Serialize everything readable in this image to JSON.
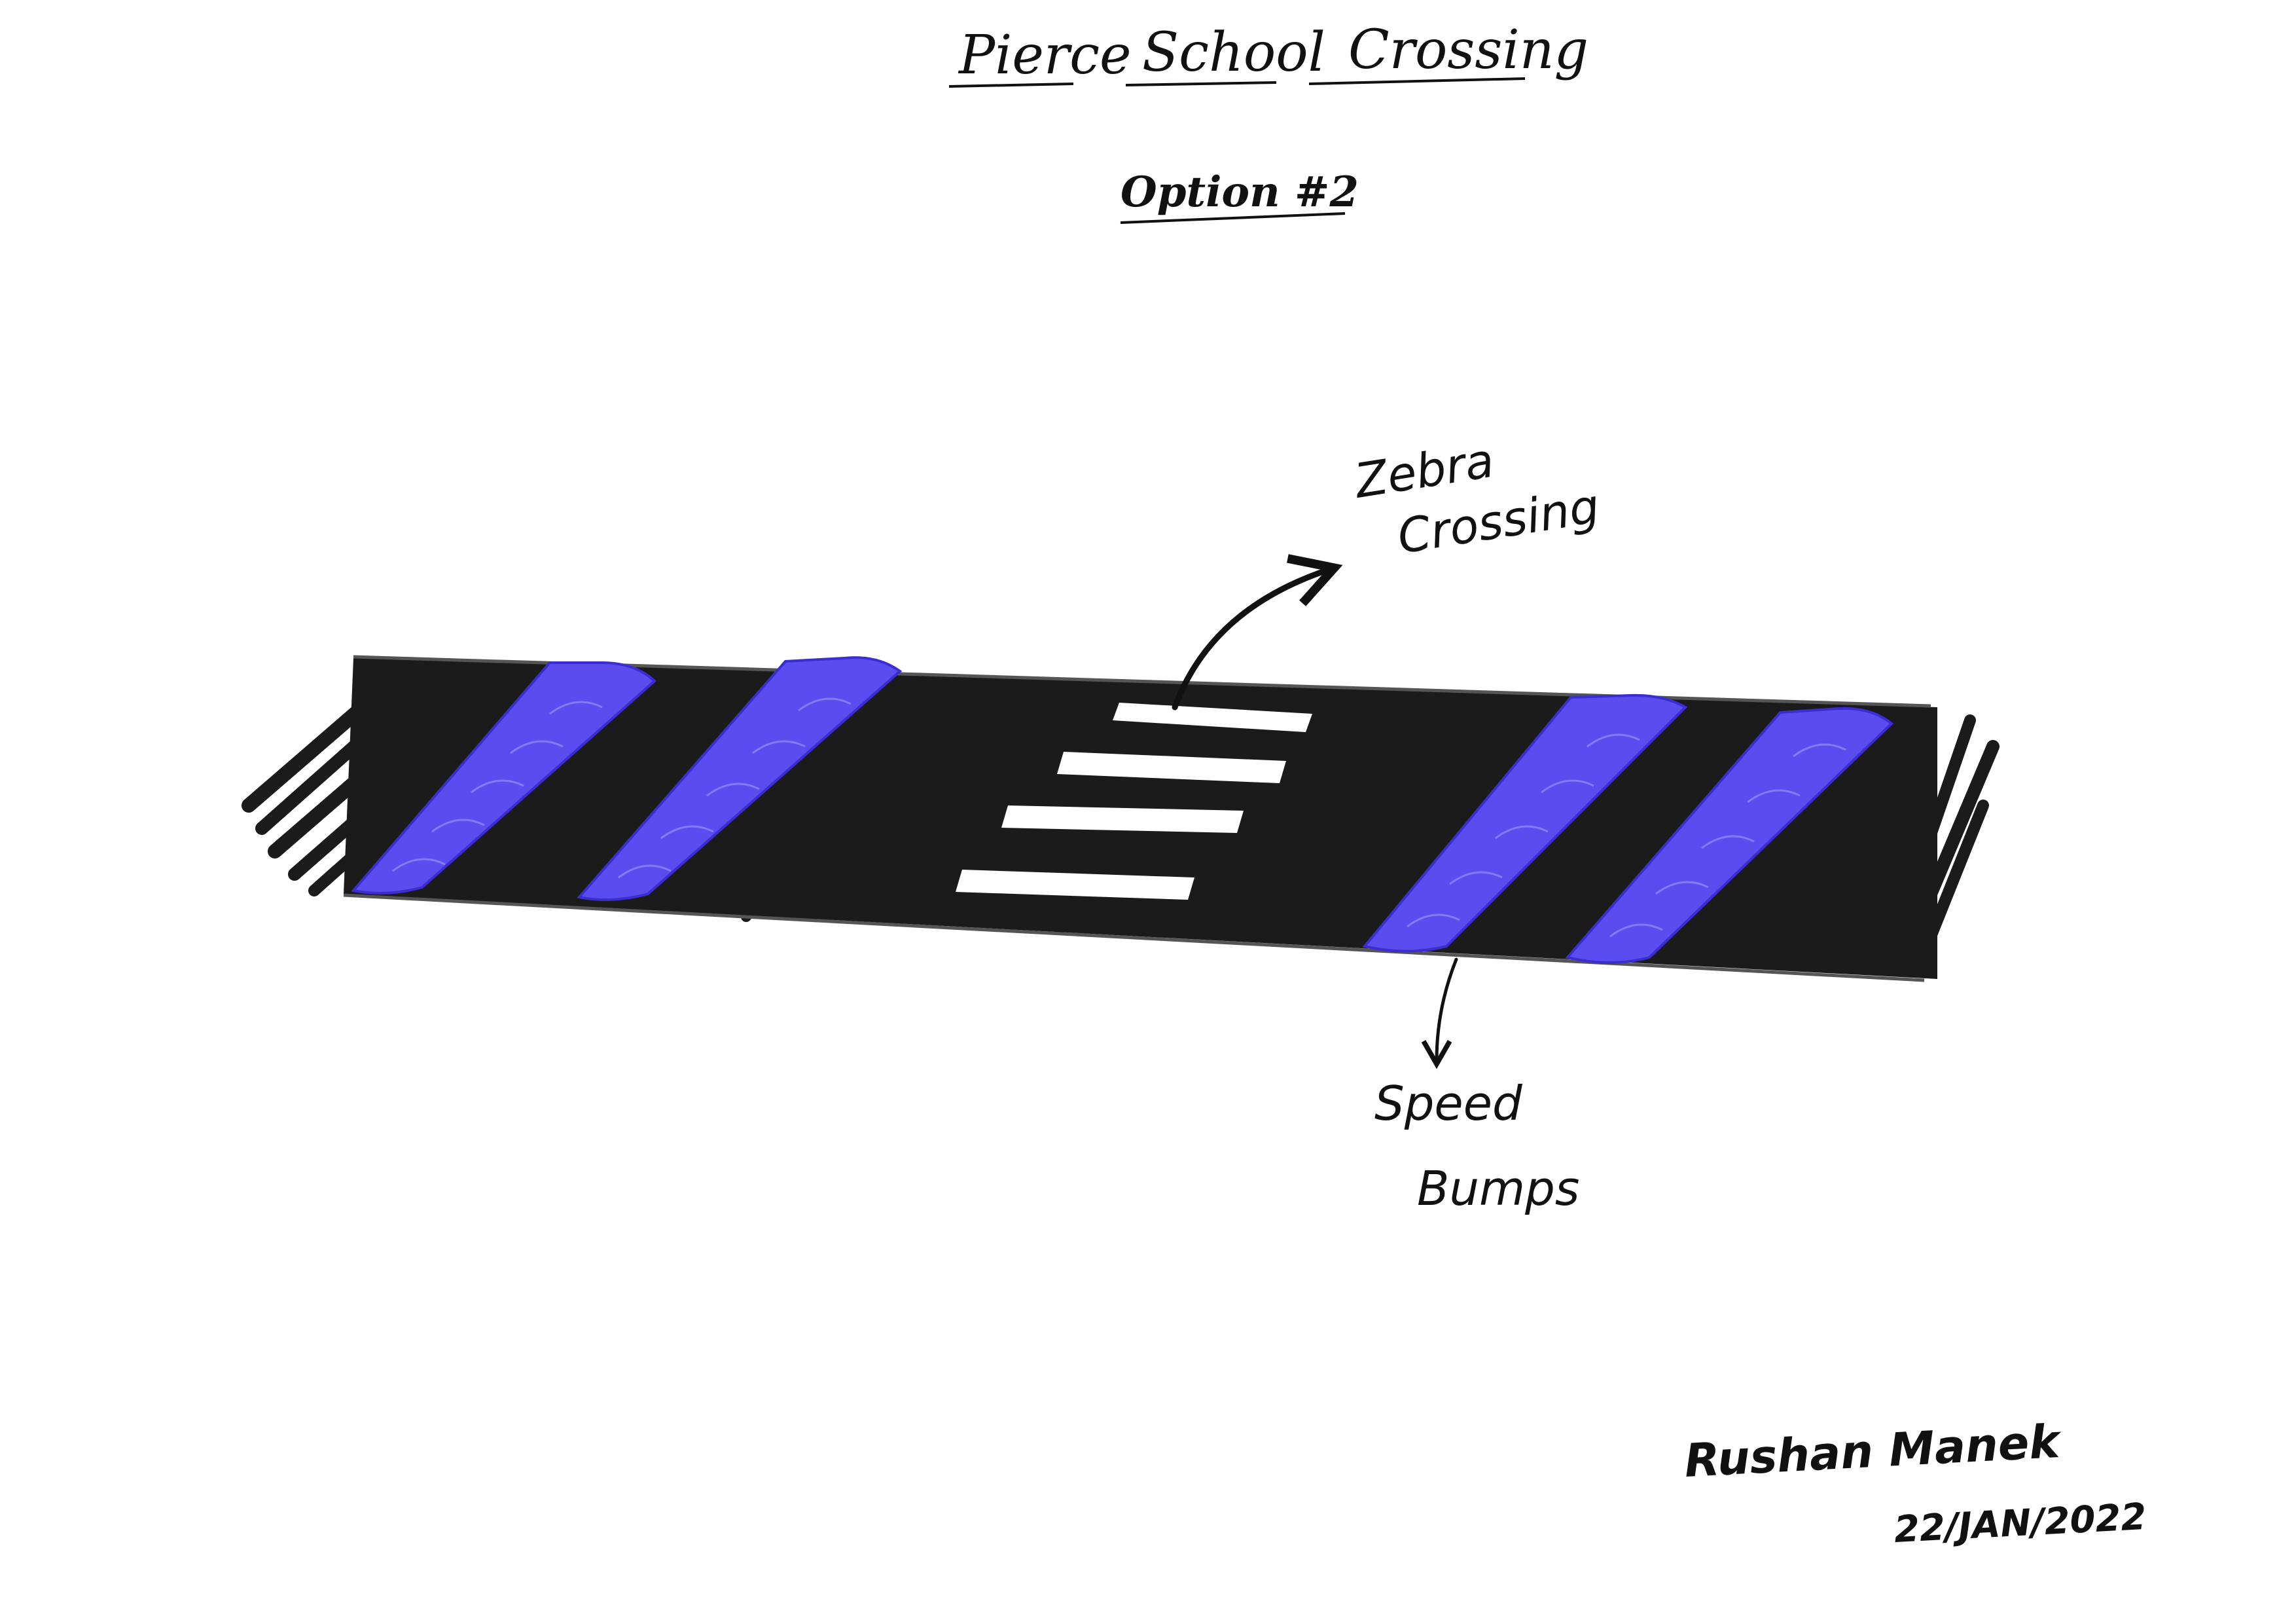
{
  "title": {
    "words": [
      "Pierce",
      "School",
      "Crossing"
    ]
  },
  "subtitle": "Option #2",
  "labels": {
    "zebra_line1": "Zebra",
    "zebra_line2": "Crossing",
    "bumps_line1": "Speed",
    "bumps_line2": "Bumps"
  },
  "signature": {
    "name": "Rushan Manek",
    "date": "22/JAN/2022"
  },
  "colors": {
    "paper": "#ffffff",
    "road": "#1a1a1a",
    "bump": "#5b4cf0",
    "stripe": "#ffffff",
    "ink": "#111111"
  }
}
